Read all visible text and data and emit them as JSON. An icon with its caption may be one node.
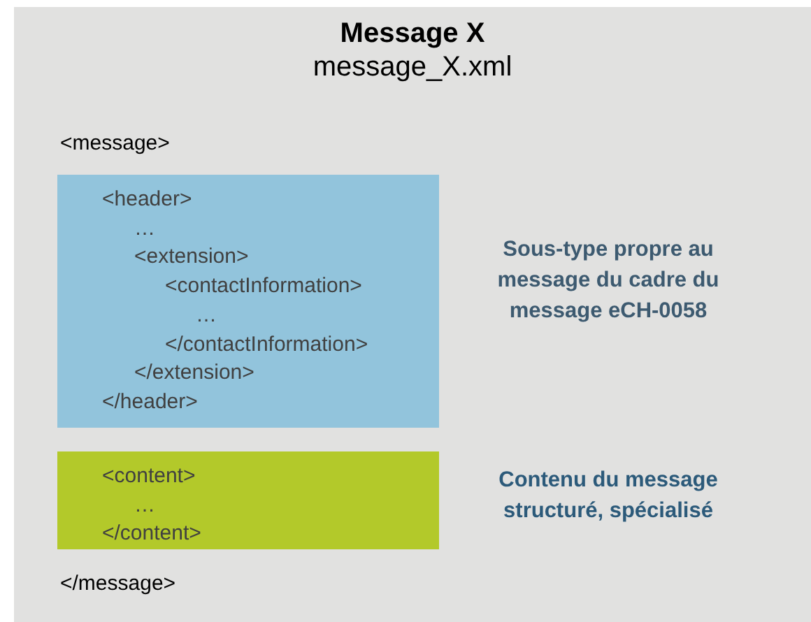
{
  "diagram": {
    "nodes": [
      {
        "text": [
          "Message X",
          "message_X.xml",
          "<message>",
          "</message>"
        ]
      },
      {
        "text": [
          "<header>",
          "…",
          "<extension>",
          "<contactInformation>",
          "…",
          "</contactInformation>",
          "</extension>",
          "</header>"
        ],
        "in": 0
      },
      {
        "text": [
          "<content>",
          "…",
          "</content>"
        ],
        "in": 0
      }
    ],
    "labels": [
      "Sous-type propre au message du cadre du message eCH-0058",
      "Contenu du message structuré, spécialisé"
    ]
  }
}
